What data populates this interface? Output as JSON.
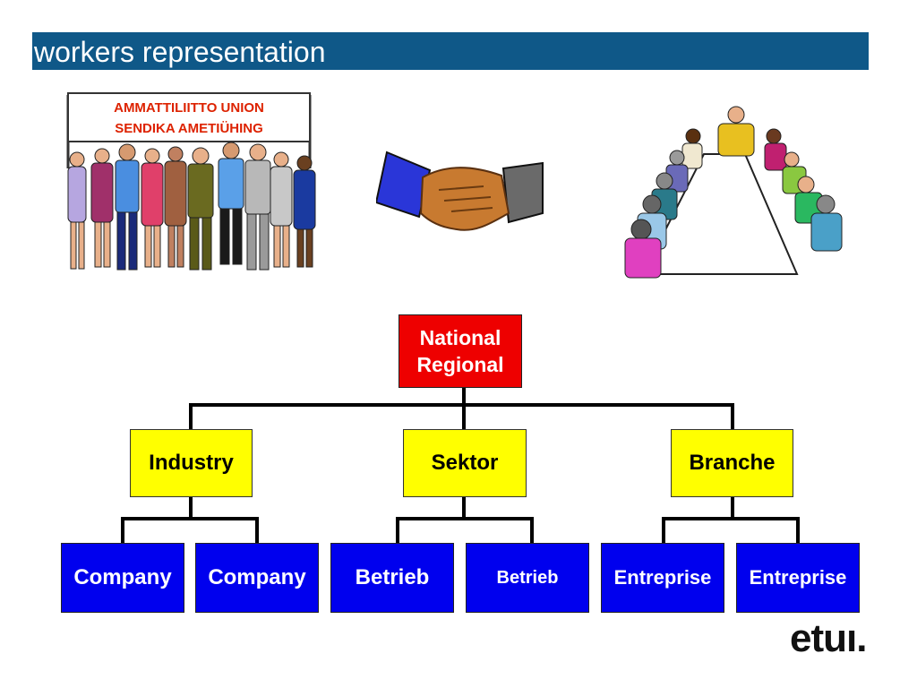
{
  "title": "workers representation",
  "illustrations": {
    "banner_line1": "AMMATTILIITTO  UNION",
    "banner_line2": "SENDIKA  AMETIÜHING",
    "crowd_icon": "workers-crowd-icon",
    "handshake_icon": "handshake-icon",
    "meeting_icon": "meeting-table-icon"
  },
  "hierarchy": {
    "top": {
      "line1": "National",
      "line2": "Regional"
    },
    "middle": [
      "Industry",
      "Sektor",
      "Branche"
    ],
    "bottom": [
      "Company",
      "Company",
      "Betrieb",
      "Betrieb",
      "Entreprise",
      "Entreprise"
    ]
  },
  "logo": "etuı.",
  "colors": {
    "title_bar": "#0f5888",
    "top_box": "#ee0000",
    "middle_box": "#ffff00",
    "bottom_box": "#0000ee",
    "banner_text": "#dd2200"
  }
}
